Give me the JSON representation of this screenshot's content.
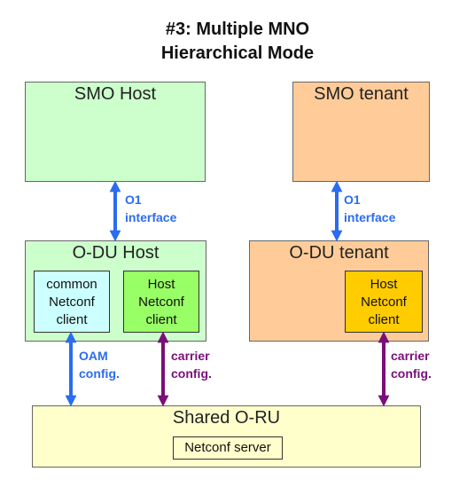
{
  "title": {
    "line1": "#3: Multiple MNO",
    "line2": "Hierarchical Mode"
  },
  "smo_host": {
    "label": "SMO Host"
  },
  "smo_tenant": {
    "label": "SMO tenant"
  },
  "odu_host": {
    "label": "O-DU Host",
    "common_client": {
      "line1": "common",
      "line2": "Netconf",
      "line3": "client"
    },
    "host_client": {
      "line1": "Host",
      "line2": "Netconf",
      "line3": "client"
    }
  },
  "odu_tenant": {
    "label": "O-DU tenant",
    "host_client": {
      "line1": "Host",
      "line2": "Netconf",
      "line3": "client"
    }
  },
  "shared_oru": {
    "label": "Shared O-RU",
    "server": "Netconf server"
  },
  "links": {
    "o1_left": {
      "line1": "O1",
      "line2": "interface"
    },
    "o1_right": {
      "line1": "O1",
      "line2": "interface"
    },
    "oam": {
      "line1": "OAM",
      "line2": "config."
    },
    "carrier_left": {
      "line1": "carrier",
      "line2": "config."
    },
    "carrier_right": {
      "line1": "carrier",
      "line2": "config."
    }
  },
  "colors": {
    "blue_arrow": "#2b6cf0",
    "purple_arrow": "#7a0f78",
    "host_fill": "#ccffcc",
    "tenant_fill": "#ffcc99",
    "common_client_fill": "#ccffff",
    "host_client_fill": "#99ff66",
    "tenant_client_fill": "#ffcc00",
    "oru_fill": "#ffffcc"
  }
}
